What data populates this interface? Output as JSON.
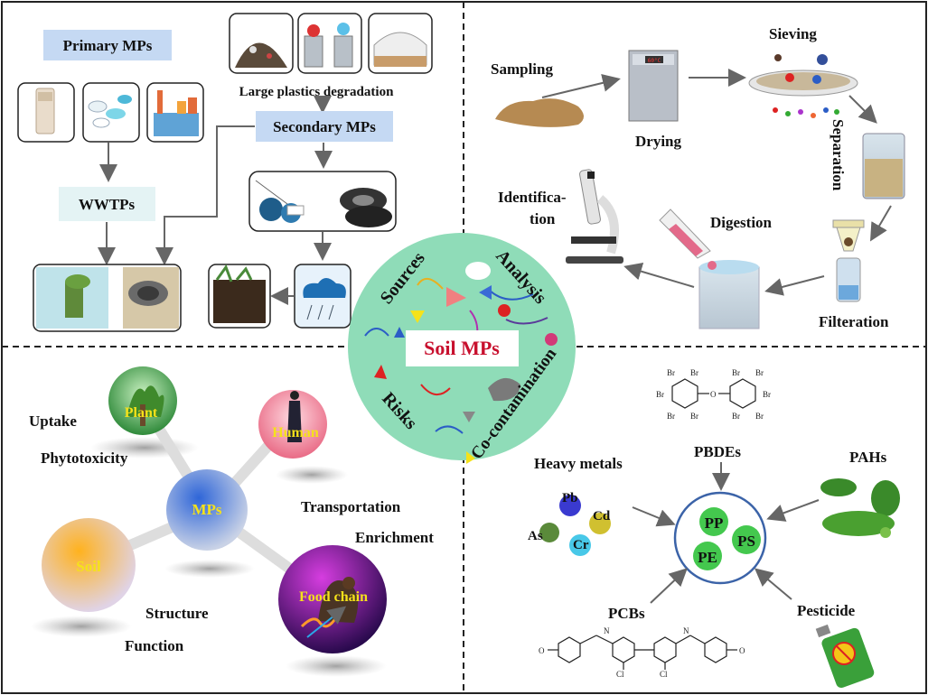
{
  "center": {
    "title": "Soil MPs",
    "sources": "Sources",
    "analysis": "Analysis",
    "risks": "Risks",
    "cocontamination": "Co-contamination"
  },
  "sources_panel": {
    "primary": "Primary MPs",
    "secondary": "Secondary MPs",
    "large_plastics": "Large plastics  degradation",
    "wwtps": "WWTPs"
  },
  "analysis_panel": {
    "sampling": "Sampling",
    "drying": "Drying",
    "sieving": "Sieving",
    "separation": "Separation",
    "filteration": "Filteration",
    "digestion": "Digestion",
    "identification_1": "Identifica-",
    "identification_2": "tion",
    "oven_display": "60°C"
  },
  "risks_panel": {
    "uptake": "Uptake",
    "phytotoxicity": "Phytotoxicity",
    "plant": "Plant",
    "human": "Human",
    "mps": "MPs",
    "soil": "Soil",
    "food_chain": "Food chain",
    "transportation": "Transportation",
    "enrichment": "Enrichment",
    "structure": "Structure",
    "function": "Function"
  },
  "cocontam_panel": {
    "heavy_metals": "Heavy metals",
    "pbdes": "PBDEs",
    "pahs": "PAHs",
    "pcbs": "PCBs",
    "pesticide": "Pesticide",
    "metals": [
      "Pb",
      "Cd",
      "As",
      "Cr"
    ],
    "polymers": [
      "PP",
      "PS",
      "PE"
    ],
    "br": "Br",
    "o": "O",
    "cl": "Cl",
    "n": "N"
  },
  "colors": {
    "center_fill": "#8fdcb8",
    "label_box": "#c5d9f3",
    "wwtp_box": "#e4f3f4",
    "polymer_green": "#44c84e",
    "ring_blue": "#3b63a8",
    "yellow_text": "#f5e21a"
  }
}
